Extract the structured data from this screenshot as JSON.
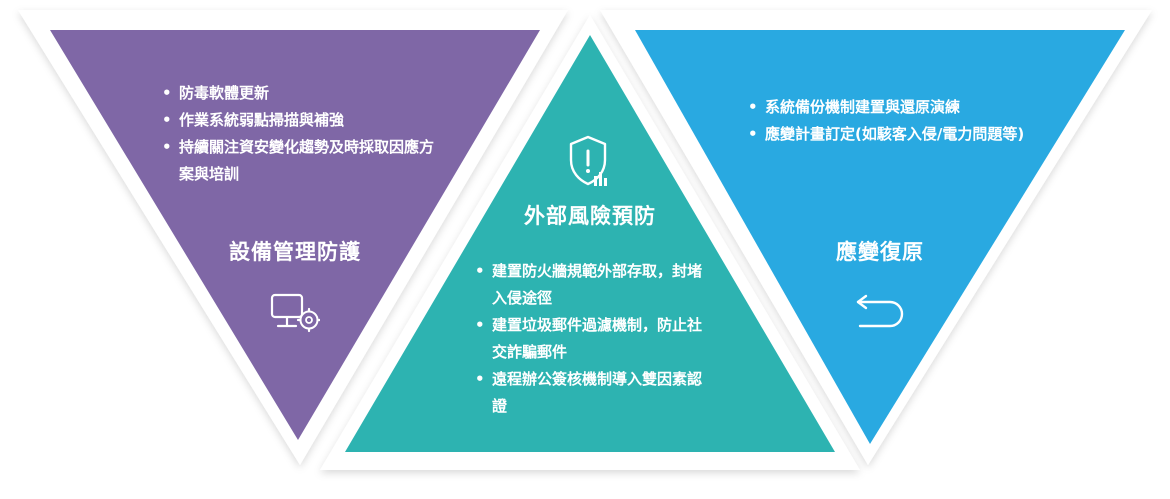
{
  "panels": {
    "left": {
      "title": "設備管理防護",
      "items": [
        "防毒軟體更新",
        "作業系統弱點掃描與補強",
        "持續關注資安變化趨勢及時採取因應方案與培訓"
      ],
      "color": "#7f67a6",
      "icon": "monitor-gear-icon"
    },
    "center": {
      "title": "外部風險預防",
      "items": [
        "建置防火牆規範外部存取，封堵入侵途徑",
        "建置垃圾郵件過濾機制，防止社交詐騙郵件",
        "遠程辦公簽核機制導入雙因素認證"
      ],
      "color": "#2db3b1",
      "icon": "shield-alert-icon"
    },
    "right": {
      "title": "應變復原",
      "items": [
        "系統備份機制建置與還原演練",
        "應變計畫訂定(如駭客入侵/電力問題等)"
      ],
      "color": "#29a9e1",
      "icon": "undo-arrow-icon"
    }
  }
}
